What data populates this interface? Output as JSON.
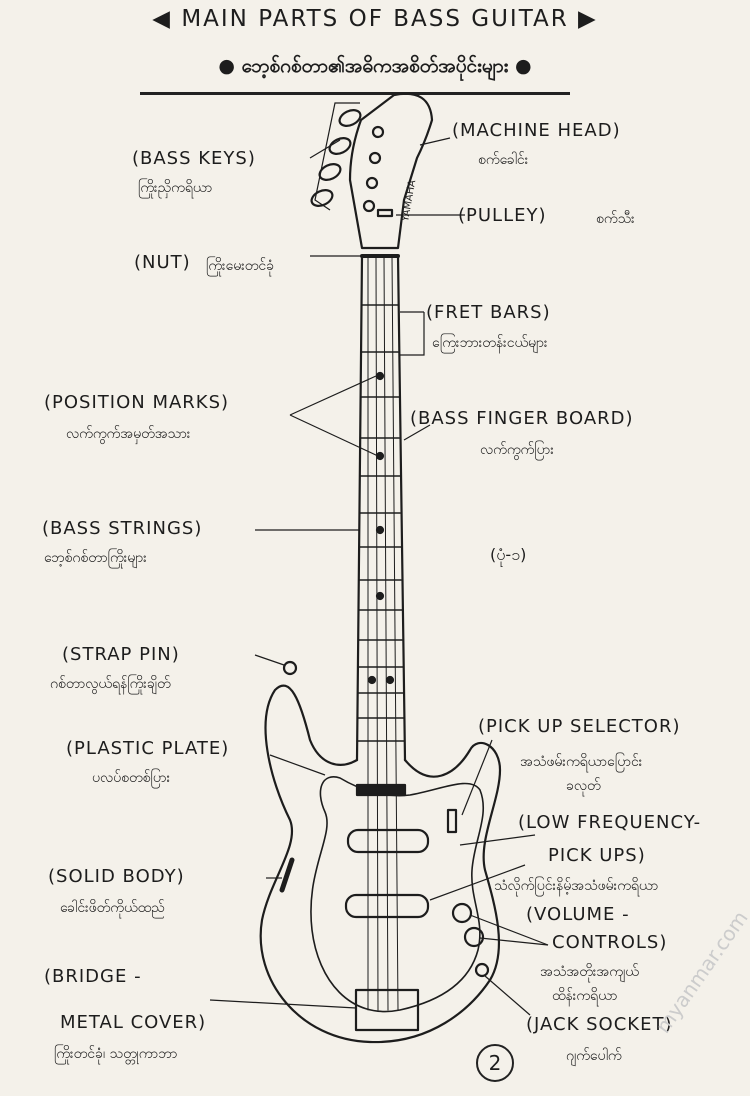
{
  "title": "MAIN PARTS OF BASS GUITAR",
  "subtitle": "ဘေ့စ်ဂစ်တာ၏အဓိကအစိတ်အပိုင်းများ",
  "brand_on_headstock": "YAMAHA",
  "figure_number": "(ပုံ-၁)",
  "page_number": "2",
  "watermark": "myanmar.com",
  "labels": {
    "bass_keys": {
      "en": "(BASS KEYS)",
      "my": "ကြိုးညှိကရိယာ"
    },
    "machine_head": {
      "en": "(MACHINE HEAD)",
      "my": "စက်ခေါင်း"
    },
    "pulley": {
      "en": "(PULLEY)",
      "my": "စက်သီး"
    },
    "nut": {
      "en": "(NUT)",
      "my": "ကြိုးမေးတင်ခုံ"
    },
    "fret_bars": {
      "en": "(FRET BARS)",
      "my": "ကြေးဘားတန်းငယ်များ"
    },
    "position_marks": {
      "en": "(POSITION MARKS)",
      "my": "လက်ကွက်အမှတ်အသား"
    },
    "finger_board": {
      "en": "(BASS FINGER BOARD)",
      "my": "လက်ကွက်ပြား"
    },
    "bass_strings": {
      "en": "(BASS STRINGS)",
      "my": "ဘေ့စ်ဂစ်တာကြိုးများ"
    },
    "strap_pin": {
      "en": "(STRAP PIN)",
      "my": "ဂစ်တာလွယ်ရန်ကြိုးချိတ်"
    },
    "plastic_plate": {
      "en": "(PLASTIC PLATE)",
      "my": "ပလပ်စတစ်ပြား"
    },
    "pickup_selector": {
      "en": "(PICK UP SELECTOR)",
      "my": "အသံဖမ်းကရိယာပြောင်း",
      "my2": "ခလုတ်"
    },
    "low_freq": {
      "en": "(LOW FREQUENCY-",
      "en2": "PICK UPS)",
      "my": "သံလိုက်ပြင်းနိမ့်အသံဖမ်းကရိယာ"
    },
    "solid_body": {
      "en": "(SOLID BODY)",
      "my": "ခေါင်းဖိတ်ကိုယ်ထည်"
    },
    "volume": {
      "en": "(VOLUME -",
      "en2": "CONTROLS)",
      "my": "အသံအတိုးအကျယ်",
      "my2": "ထိန်းကရိယာ"
    },
    "bridge": {
      "en": "(BRIDGE -",
      "en2": "METAL COVER)",
      "my": "ကြိုးတင်ခုံ၊ သတ္တုကာဘာ"
    },
    "jack": {
      "en": "(JACK SOCKET)",
      "my": "ဂျက်ပေါက်"
    }
  }
}
